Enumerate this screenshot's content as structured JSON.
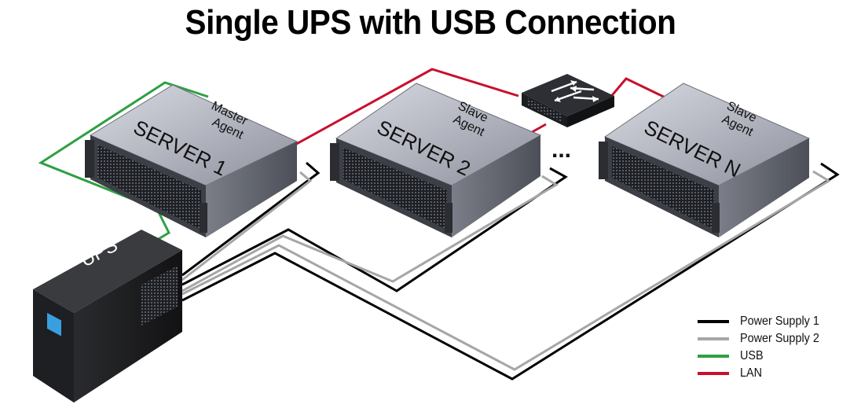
{
  "title": "Single UPS with USB Connection",
  "colors": {
    "power_supply_1": "#000000",
    "power_supply_2": "#a6a6a6",
    "usb": "#2ea043",
    "lan": "#c8102e"
  },
  "servers": [
    {
      "role": "Master\nAgent",
      "name": "SERVER 1"
    },
    {
      "role": "Slave\nAgent",
      "name": "SERVER 2"
    },
    {
      "role": "Slave\nAgent",
      "name": "SERVER N"
    }
  ],
  "ups_label": "UPS",
  "ellipsis": "...",
  "legend": [
    {
      "label": "Power Supply 1",
      "color": "#000000"
    },
    {
      "label": "Power Supply 2",
      "color": "#a6a6a6"
    },
    {
      "label": "USB",
      "color": "#2ea043"
    },
    {
      "label": "LAN",
      "color": "#c8102e"
    }
  ]
}
